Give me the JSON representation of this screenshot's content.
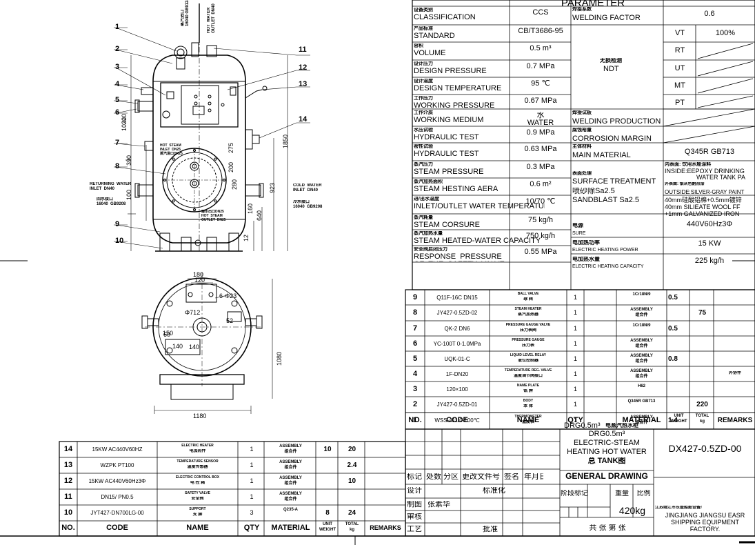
{
  "param_title": "PARAMETER",
  "params_left": [
    {
      "cn": "设备类别",
      "en": "CLASSIFICATION",
      "val": "CCS"
    },
    {
      "cn": "产品标准",
      "en": "STANDARD",
      "val": "CB/T3686-95"
    },
    {
      "cn": "容积",
      "en": "VOLUME",
      "val": "0.5  m³"
    },
    {
      "cn": "设计压力",
      "en": "DESIGN  PRESSURE",
      "val": "0.7  MPa"
    },
    {
      "cn": "设计温度",
      "en": "DESIGN  TEMPERATURE",
      "val": "95  ℃"
    },
    {
      "cn": "工作压力",
      "en": "WORKING  PRESSURE",
      "val": "0.67  MPa"
    },
    {
      "cn": "工作介质",
      "en": "WORKING  MEDIUM",
      "val": "水\nWATER"
    },
    {
      "cn": "水压试验",
      "en": "HYDRAULIC  TEST",
      "val": "0.9  MPa"
    },
    {
      "cn": "密性试验",
      "en": "HYDRAULIC  TEST",
      "val": "0.63  MPa"
    },
    {
      "cn": "蒸汽压力",
      "en": "STEAM  PRESSURE",
      "val": "0.3  MPa"
    },
    {
      "cn": "蒸汽加热面积",
      "en": "STEAM  HESTING  AERA",
      "val": "0.6  m²"
    },
    {
      "cn": "进/出水温度",
      "en": "INLET/OUTLET  WATER  TEMPERATURE",
      "val": "10/70  ℃"
    },
    {
      "cn": "蒸汽耗量",
      "en": "STEAM  CORSURE",
      "val": "75  kg/h"
    },
    {
      "cn": "蒸汽加热水量",
      "en": "STEAM  HEATED-WATER  CAPACITY",
      "val": "750  kg/h"
    },
    {
      "cn": "安全阀启闭压力",
      "en": "RESPONSE  PRESSURE\nOF  THE  SAFETY  VALVE",
      "val": "0.55  MPa"
    }
  ],
  "params_right": {
    "welding_factor": {
      "cn": "焊接系数",
      "en": "WELDING  FACTOR",
      "val": "0.6"
    },
    "ndt_label_cn": "无损检测",
    "ndt_label_en": "NDT",
    "ndt_rows": [
      {
        "k": "VT",
        "v": "100%"
      },
      {
        "k": "RT",
        "v": ""
      },
      {
        "k": "UT",
        "v": ""
      },
      {
        "k": "MT",
        "v": ""
      },
      {
        "k": "PT",
        "v": ""
      }
    ],
    "welding_production": {
      "cn": "焊接试板",
      "en": "WELDING  PRODUCTION"
    },
    "corrosion_margin": {
      "cn": "腐蚀裕量",
      "en": "CORROSION  MARGIN"
    },
    "main_material": {
      "cn": "主体材料",
      "en": "MAIN  MATERIAL",
      "val": "Q345R  GB713"
    },
    "surface": {
      "cn": "表面处理",
      "en": "SURFACE  TREATMENT",
      "line2": "喷砂除Sa2.5",
      "line3": "SANDBLAST  Sa2.5",
      "val1": "内表面: 饮用水舱涂料",
      "val2": "INSIDE:EEPOXY  DRINKING",
      "val3": "WATER  TANK  PA",
      "val4": "外表面: 银灰色耐热漆",
      "val5": "OUTSIDE:SILVER-GRAY  PAINT"
    },
    "insulation": [
      "40mm硅酸铝棉+0.5mm镀锌",
      "40mm  SILIEATE  WOOL  FF",
      "+1mm  GALVANIZED  IRON"
    ],
    "source": {
      "cn": "电源",
      "en": "SURE",
      "val": "440V60Hz3Φ"
    },
    "power": {
      "cn": "电加热功率",
      "en": "ELECTRIC  HEATING  POWER",
      "val": "15  KW"
    },
    "capacity": {
      "cn": "电加热水量",
      "en": "ELECTRIC  HEATING  CAPACITY",
      "val": "225  kg/h"
    }
  },
  "bom_right": [
    {
      "no": "9",
      "code": "Q11F-16C  DN15",
      "name_en": "BALL  VALVE",
      "name_cn": "球 阀",
      "qty": "1",
      "mat": "1Cr18Ni9",
      "w1": "0.5",
      "w2": ""
    },
    {
      "no": "8",
      "code": "JY427-0.5ZD-02",
      "name_en": "STEAM  HEATER",
      "name_cn": "蒸汽加热器",
      "qty": "1",
      "mat": "ASSEMBLY\n组合件",
      "w1": "",
      "w2": "75"
    },
    {
      "no": "7",
      "code": "QK-2  DN6",
      "name_en": "PRESSURE  GAUGE  VALVE",
      "name_cn": "压力表阀",
      "qty": "1",
      "mat": "1Cr18Ni9",
      "w1": "0.5",
      "w2": ""
    },
    {
      "no": "6",
      "code": "YC-100T  0-1.0MPa",
      "name_en": "PRESSURE  GAUGE",
      "name_cn": "压力表",
      "qty": "1",
      "mat": "ASSEMBLY\n组合件",
      "w1": "",
      "w2": ""
    },
    {
      "no": "5",
      "code": "UQK-01-C",
      "name_en": "LIQUID  LEVEL  RELAY",
      "name_cn": "液位控制器",
      "qty": "1",
      "mat": "ASSEMBLY\n组合件",
      "w1": "0.8",
      "w2": ""
    },
    {
      "no": "4",
      "code": "1F-DN20",
      "name_en": "TEMPERATURE  REG.  VALVE",
      "name_cn": "温度调节阀接口",
      "qty": "1",
      "mat": "ASSEMBLY\n组合件",
      "w1": "",
      "w2": "",
      "rem": "外协件"
    },
    {
      "no": "3",
      "code": "120×100",
      "name_en": "NAME  PLATE",
      "name_cn": "铭 牌",
      "qty": "1",
      "mat": "H62",
      "w1": "",
      "w2": ""
    },
    {
      "no": "2",
      "code": "JY427-0.5ZD-01",
      "name_en": "BODY",
      "name_cn": "本 体",
      "qty": "1",
      "mat": "Q345R  GB713",
      "w1": "",
      "w2": "220"
    },
    {
      "no": "1",
      "code": "WSS-411  0-100℃",
      "name_en": "THERMOMETER",
      "name_cn": "温度表",
      "qty": "1",
      "mat": "ASSEMBLY\n组合件",
      "w1": "1.4",
      "w2": ""
    }
  ],
  "bom_right_header": {
    "no": "NO.",
    "code": "CODE",
    "name": "NAME",
    "qty": "QTY",
    "mat": "MATERIAL",
    "unit": "UNIT\nWEIGHT",
    "total": "TOTAL\nkg",
    "rem": "REMARKS"
  },
  "bom_left": [
    {
      "no": "14",
      "code": "15KW  AC440V60HZ",
      "name_en": "ELECTRIC  HEATER",
      "name_cn": "电加热件",
      "qty": "1",
      "mat": "ASSEMBLY\n组合件",
      "w1": "10",
      "w2": "20"
    },
    {
      "no": "13",
      "code": "WZPK  PT100",
      "name_en": "TEMPERATURE  SENSOR",
      "name_cn": "温度传感器",
      "qty": "1",
      "mat": "ASSEMBLY\n组合件",
      "w1": "",
      "w2": "2.4"
    },
    {
      "no": "12",
      "code": "15KW  AC440V60Hz3Φ",
      "name_en": "ELECTRIC  CONTROL  BOX",
      "name_cn": "电 控 箱",
      "qty": "1",
      "mat": "ASSEMBLY\n组合件",
      "w1": "",
      "w2": "10"
    },
    {
      "no": "11",
      "code": "DN15/  PN0.5",
      "name_en": "SAFETY  VALVE",
      "name_cn": "安全阀",
      "qty": "1",
      "mat": "ASSEMBLY\n组合件",
      "w1": "",
      "w2": ""
    },
    {
      "no": "10",
      "code": "JYT427-DN700LG-00",
      "name_en": "SUPPORT",
      "name_cn": "支 脚",
      "qty": "3",
      "mat": "Q235-A",
      "w1": "8",
      "w2": "24"
    }
  ],
  "bom_left_header": {
    "no": "NO.",
    "code": "CODE",
    "name": "NAME",
    "qty": "QTY",
    "mat": "MATERIAL",
    "unit": "UNIT\nWEIGHT",
    "total": "TOTAL\nkg",
    "rem": "REMARKS"
  },
  "title_block": {
    "drg_top": "DRG0.5m³",
    "drg_top2": "电蒸汽热水柜",
    "drg": "DRG0.5m³",
    "name1": "ELECTRIC-STEAM",
    "name2": "HEATING  HOT  WATER",
    "name3": "总  TANK图",
    "general": "GENERAL  DRAWING",
    "code": "DX427-0.5ZD-00",
    "stage": "阶段标记",
    "weight_lbl": "重量",
    "scale_lbl": "比例",
    "weight": "420kg",
    "sheets": "共   张 第   张",
    "company_cn": "江苏靖江市东盛船舶设备厂",
    "company_en1": "JINGJIANG  JIANGSU  EASR",
    "company_en2": "SHIPPING  EQUIPMENT",
    "company_en3": "FACTORY.",
    "rev_row": [
      "标记",
      "处数",
      "分区",
      "更改文件号",
      "签名",
      "年月日"
    ],
    "sign": [
      "设计",
      "标准化",
      "制图",
      "张素华",
      "审核",
      "工艺",
      "批准"
    ]
  },
  "drawing": {
    "balloons": [
      "1",
      "2",
      "3",
      "4",
      "5",
      "6",
      "7",
      "8",
      "9",
      "10",
      "11",
      "12",
      "13",
      "14"
    ],
    "dims_front": [
      "1850",
      "1020",
      "320",
      "390",
      "100",
      "280",
      "640",
      "923",
      "160",
      "12",
      "275",
      "200"
    ],
    "dims_top": [
      "180",
      "120",
      "6-Φ23",
      "Φ712",
      "60",
      "140",
      "150",
      "1080",
      "1180",
      "52",
      "140"
    ],
    "labels": {
      "steam_inlet_top": "蒸汽进口\n16040 GB9124",
      "hot_outlet_top": "HOT  WATER\nOUTLET  DN40",
      "returning": "RETURNING  WATER\nINLET  DN40",
      "return_cn": "回水接口\n16040  GB9208",
      "cold": "COLD  WATER\nINLET  DN40",
      "cold_cn": "冷水接口\n16040  GB9208",
      "steam_inlet": "HOT  STEAM\nINLET  DN25\n蒸汽进口DN25",
      "steam_outlet": "凝水出口DN25\nHOT  STEAM\nOUTLET  DN25"
    }
  }
}
